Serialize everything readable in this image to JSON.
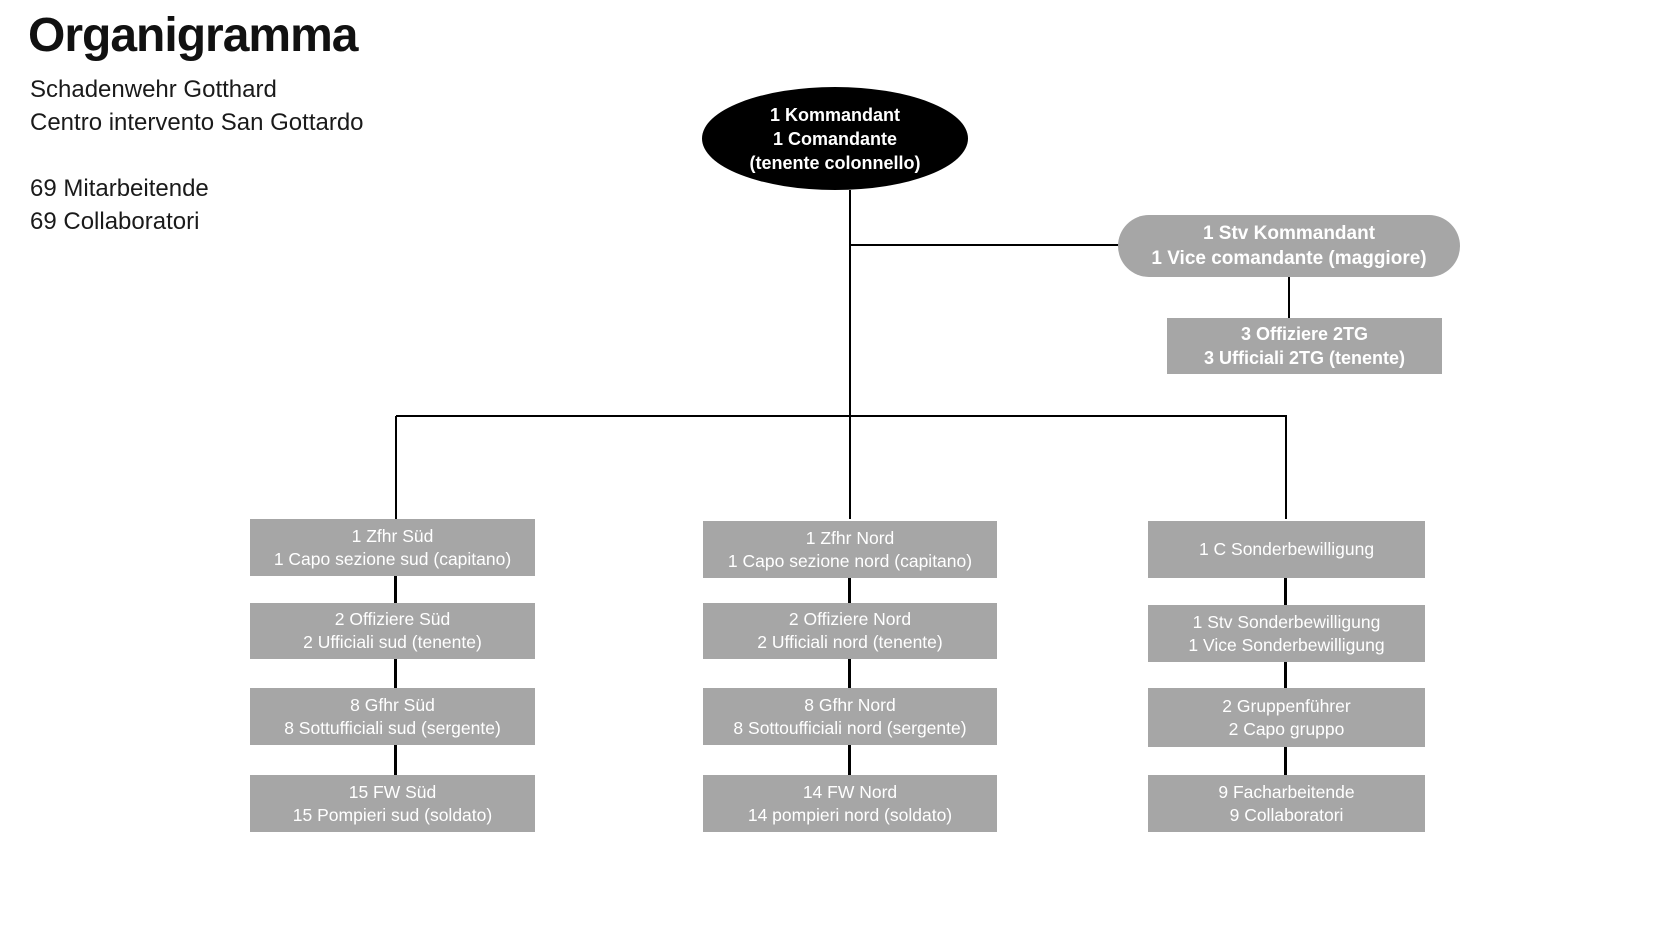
{
  "header": {
    "title": "Organigramma",
    "subtitle_de": "Schadenwehr Gotthard",
    "subtitle_it": "Centro intervento San Gottardo",
    "count_de": "69 Mitarbeitende",
    "count_it": "69 Collaboratori"
  },
  "colors": {
    "node_fill_black": "#000000",
    "box_fill_gray": "#a6a6a6",
    "text_on_fill": "#ffffff",
    "connector": "#000000"
  },
  "org": {
    "root": {
      "line1": "1 Kommandant",
      "line2": "1 Comandante",
      "line3": "(tenente colonnello)"
    },
    "deputy": {
      "line1": "1 Stv Kommandant",
      "line2": "1 Vice comandante (maggiore)"
    },
    "deputy_sub": {
      "line1": "3 Offiziere 2TG",
      "line2": "3 Ufficiali 2TG (tenente)"
    },
    "col_sued": {
      "box1": {
        "line1": "1 Zfhr Süd",
        "line2": "1 Capo sezione sud (capitano)"
      },
      "box2": {
        "line1": "2 Offiziere Süd",
        "line2": "2 Ufficiali sud (tenente)"
      },
      "box3": {
        "line1": "8 Gfhr Süd",
        "line2": "8 Sottufficiali sud (sergente)"
      },
      "box4": {
        "line1": "15 FW Süd",
        "line2": "15 Pompieri sud (soldato)"
      }
    },
    "col_nord": {
      "box1": {
        "line1": "1 Zfhr Nord",
        "line2": "1 Capo sezione nord (capitano)"
      },
      "box2": {
        "line1": "2 Offiziere Nord",
        "line2": "2 Ufficiali nord (tenente)"
      },
      "box3": {
        "line1": "8 Gfhr Nord",
        "line2": "8 Sottoufficiali nord (sergente)"
      },
      "box4": {
        "line1": "14 FW Nord",
        "line2": "14 pompieri nord (soldato)"
      }
    },
    "col_sonder": {
      "box1": {
        "line1": "1 C Sonderbewilligung"
      },
      "box2": {
        "line1": "1 Stv Sonderbewilligung",
        "line2": "1 Vice Sonderbewilligung"
      },
      "box3": {
        "line1": "2 Gruppenführer",
        "line2": "2 Capo gruppo"
      },
      "box4": {
        "line1": "9 Facharbeitende",
        "line2": "9 Collaboratori"
      }
    }
  }
}
